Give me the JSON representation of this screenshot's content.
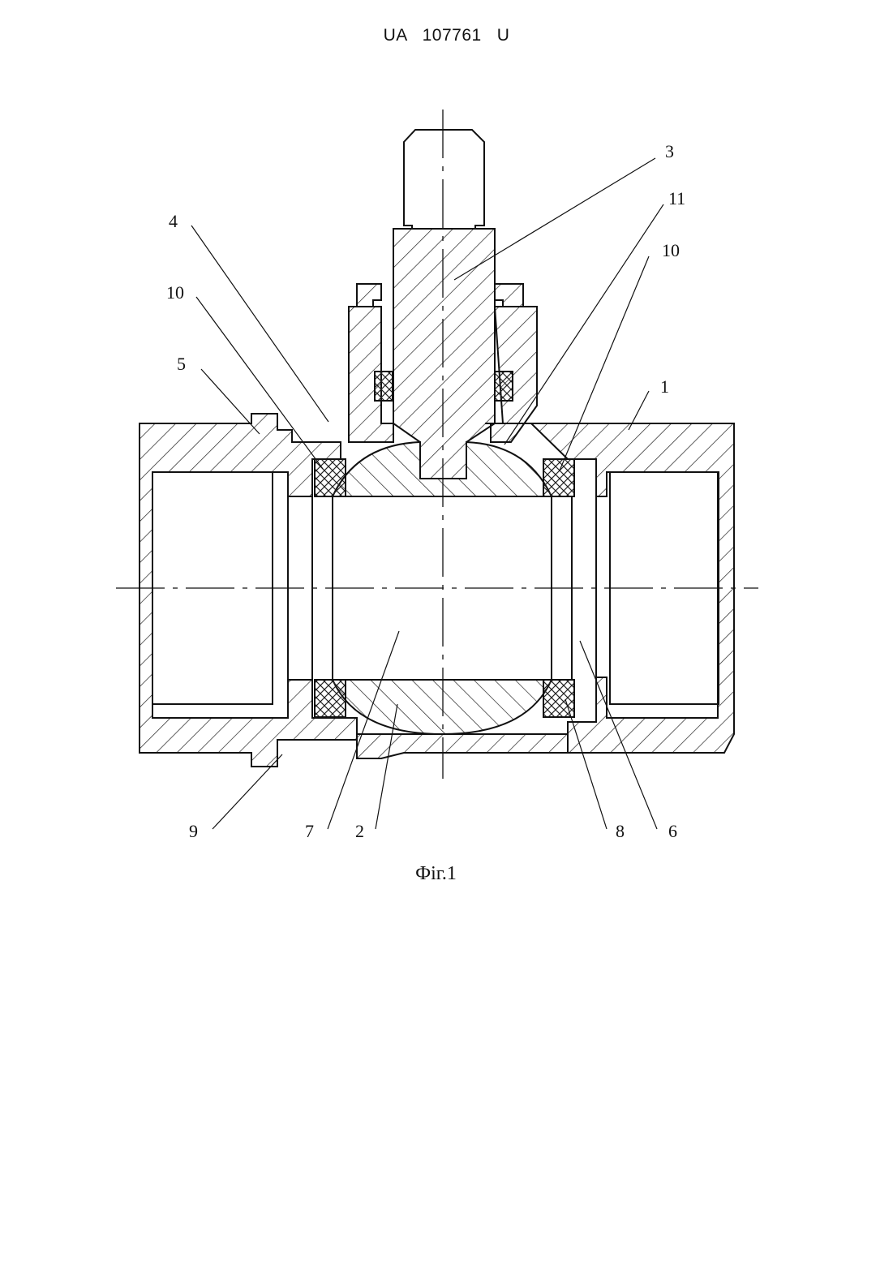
{
  "header": {
    "patent_number": "UA   107761   U"
  },
  "figure": {
    "caption": "Фіг.1",
    "labels": {
      "l1": "1",
      "l2": "2",
      "l3": "3",
      "l4": "4",
      "l5": "5",
      "l6": "6",
      "l7": "7",
      "l8": "8",
      "l9": "9",
      "l10a": "10",
      "l10b": "10",
      "l11": "11"
    }
  }
}
